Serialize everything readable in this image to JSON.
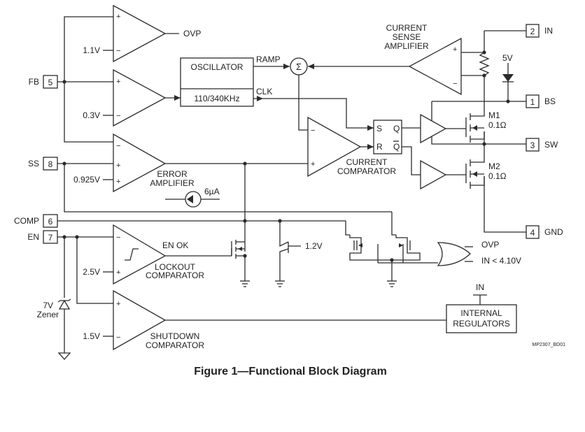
{
  "pins": {
    "in": {
      "num": "2",
      "name": "IN"
    },
    "bs": {
      "num": "1",
      "name": "BS"
    },
    "sw": {
      "num": "3",
      "name": "SW"
    },
    "gnd": {
      "num": "4",
      "name": "GND"
    },
    "fb": {
      "num": "5",
      "name": "FB"
    },
    "ss": {
      "num": "8",
      "name": "SS"
    },
    "comp": {
      "num": "6",
      "name": "COMP"
    },
    "en": {
      "num": "7",
      "name": "EN"
    }
  },
  "labels": {
    "ovp_out": "OVP",
    "ref_1v1": "1.1V",
    "ref_0v3": "0.3V",
    "ref_0v925": "0.925V",
    "ref_2v5": "2.5V",
    "ref_1v5": "1.5V",
    "oscillator": "OSCILLATOR",
    "osc_freq": "110/340KHz",
    "ramp": "RAMP",
    "clk": "CLK",
    "sum": "Σ",
    "current_sense_1": "CURRENT",
    "current_sense_2": "SENSE",
    "current_sense_3": "AMPLIFIER",
    "supply_5v": "5V",
    "m1": "M1",
    "m1_r": "0.1Ω",
    "m2": "M2",
    "m2_r": "0.1Ω",
    "latch_s": "S",
    "latch_q": "Q",
    "latch_r": "R",
    "latch_qbar": "Q",
    "current_comp_1": "CURRENT",
    "current_comp_2": "COMPARATOR",
    "error_amp_1": "ERROR",
    "error_amp_2": "AMPLIFIER",
    "current_source": "6µA",
    "en_ok": "EN OK",
    "lockout_1": "LOCKOUT",
    "lockout_2": "COMPARATOR",
    "ref_1v2": "1.2V",
    "or_in_ovp": "OVP",
    "or_in_uvlo": "IN < 4.10V",
    "zener_1": "7V",
    "zener_2": "Zener",
    "shutdown_1": "SHUTDOWN",
    "shutdown_2": "COMPARATOR",
    "regulator_in": "IN",
    "regulator_1": "INTERNAL",
    "regulator_2": "REGULATORS",
    "drawing_id": "MP2307_BD01",
    "plus": "+",
    "minus": "−"
  },
  "caption": "Figure 1—Functional Block Diagram"
}
